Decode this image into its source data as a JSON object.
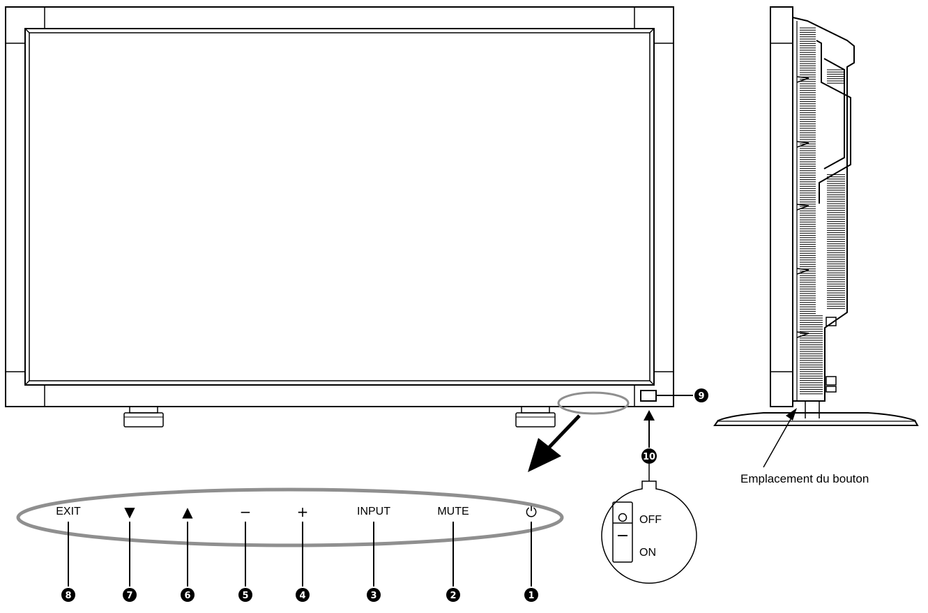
{
  "labels": {
    "side_caption": "Emplacement du bouton",
    "switch_off": "OFF",
    "switch_on": "ON"
  },
  "buttons": [
    {
      "id": "exit",
      "text": "EXIT",
      "number": "8"
    },
    {
      "id": "down",
      "text": "▼",
      "number": "7"
    },
    {
      "id": "up",
      "text": "▲",
      "number": "6"
    },
    {
      "id": "minus",
      "text": "−",
      "number": "5"
    },
    {
      "id": "plus",
      "text": "+",
      "number": "4"
    },
    {
      "id": "input",
      "text": "INPUT",
      "number": "3"
    },
    {
      "id": "mute",
      "text": "MUTE",
      "number": "2"
    },
    {
      "id": "power",
      "text": "⏻",
      "number": "1"
    }
  ],
  "callouts": {
    "sensor_number": "9",
    "switch_number": "10"
  },
  "colors": {
    "ellipse": "#8f8f8f",
    "line": "#000000"
  }
}
